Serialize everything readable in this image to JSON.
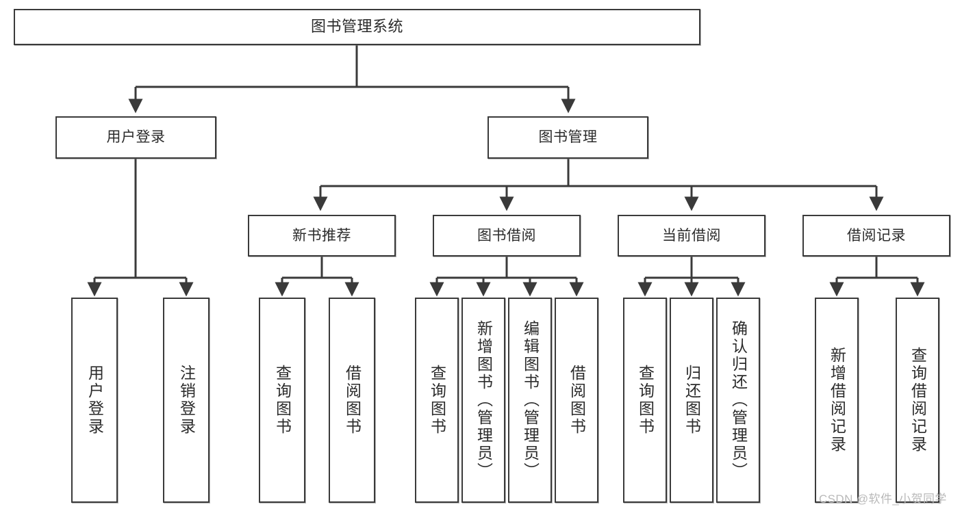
{
  "diagram": {
    "title": "图书管理系统",
    "type": "tree-hierarchy-diagram",
    "watermark": "CSDN @软件_小贺同学",
    "colors": {
      "background": "#ffffff",
      "box_border": "#3a3a3a",
      "box_fill": "#ffffff",
      "text": "#2b2b2b",
      "connector": "#3a3a3a",
      "watermark": "#b9b9b9"
    },
    "nodes": {
      "root": {
        "label": "图书管理系统"
      },
      "level2": [
        {
          "id": "user-login",
          "label": "用户登录"
        },
        {
          "id": "book-management",
          "label": "图书管理"
        }
      ],
      "level3": [
        {
          "id": "new-book-recommend",
          "label": "新书推荐"
        },
        {
          "id": "book-borrow",
          "label": "图书借阅"
        },
        {
          "id": "current-borrow",
          "label": "当前借阅"
        },
        {
          "id": "borrow-record",
          "label": "借阅记录"
        }
      ],
      "leaves": {
        "user_login": [
          {
            "id": "leaf-user-login",
            "label": "用户登录"
          },
          {
            "id": "leaf-logout-login",
            "label": "注销登录"
          }
        ],
        "new_book_recommend": [
          {
            "id": "leaf-query-book-1",
            "label": "查询图书"
          },
          {
            "id": "leaf-borrow-book-1",
            "label": "借阅图书"
          }
        ],
        "book_borrow": [
          {
            "id": "leaf-query-book-2",
            "label": "查询图书"
          },
          {
            "id": "leaf-add-book",
            "label": "新增图书（管理员）"
          },
          {
            "id": "leaf-edit-book",
            "label": "编辑图书（管理员）"
          },
          {
            "id": "leaf-borrow-book-2",
            "label": "借阅图书"
          }
        ],
        "current_borrow": [
          {
            "id": "leaf-query-book-3",
            "label": "查询图书"
          },
          {
            "id": "leaf-return-book",
            "label": "归还图书"
          },
          {
            "id": "leaf-confirm-return",
            "label": "确认归还（管理员）"
          }
        ],
        "borrow_record": [
          {
            "id": "leaf-add-record",
            "label": "新增借阅记录"
          },
          {
            "id": "leaf-query-record",
            "label": "查询借阅记录"
          }
        ]
      }
    }
  }
}
